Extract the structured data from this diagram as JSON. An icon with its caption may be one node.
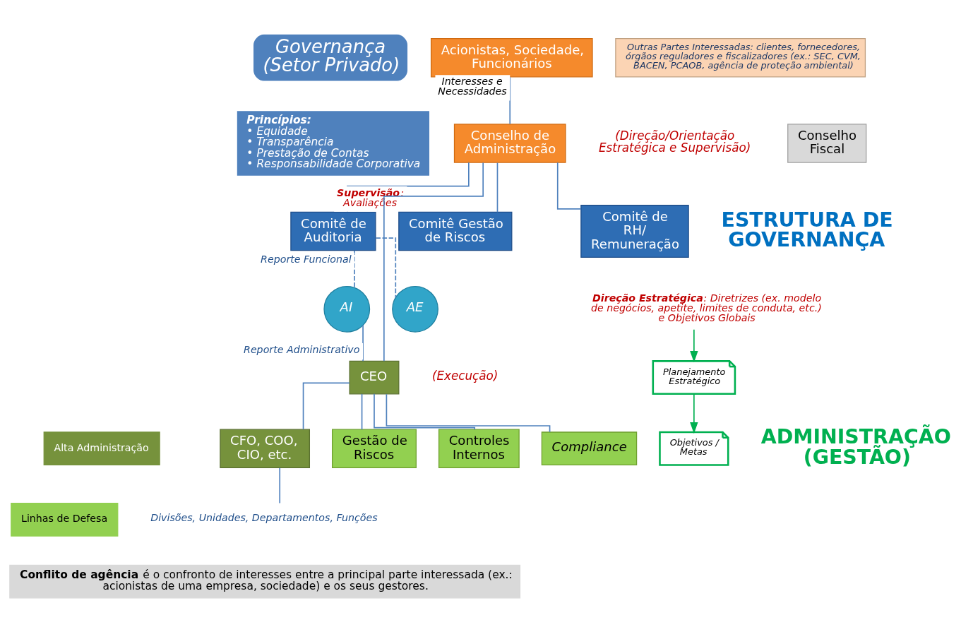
{
  "diagram": {
    "nodes": [
      {
        "text": [
          "Governança (Setor Privado)"
        ]
      },
      {
        "text": [
          "Princípios:",
          "• Equidade",
          "• Transparência",
          "• Prestação de Contas",
          "• Responsabilidade Corporativa"
        ]
      },
      {
        "text": [
          "Acionistas, Sociedade, Funcionários"
        ]
      },
      {
        "text": [
          "Outras Partes Interessadas: clientes, fornecedores, órgãos reguladores e fiscalizadores (ex.: SEC, CVM, BACEN, PCAOB, agência de proteção ambiental)"
        ]
      },
      {
        "text": [
          "Conselho de Administração"
        ],
        "beside": [
          "(Direção/Orientação Estratégica e Supervisão)"
        ]
      },
      {
        "text": [
          "Conselho Fiscal"
        ]
      },
      {
        "text": [
          "Comitê de Auditoria"
        ]
      },
      {
        "text": [
          "Comitê Gestão de Riscos"
        ]
      },
      {
        "text": [
          "Comitê de RH/ Remuneração"
        ]
      },
      {
        "text": [
          "AI"
        ]
      },
      {
        "text": [
          "AE"
        ]
      },
      {
        "text": [
          "CEO"
        ],
        "beside": [
          "(Execução)"
        ]
      },
      {
        "text": [
          "Planejamento Estratégico"
        ]
      },
      {
        "text": [
          "Objetivos / Metas"
        ]
      },
      {
        "text": [
          "CFO, COO, CIO, etc."
        ]
      },
      {
        "text": [
          "Gestão de Riscos"
        ]
      },
      {
        "text": [
          "Controles Internos"
        ]
      },
      {
        "text": [
          "Compliance"
        ]
      },
      {
        "text": [
          "**Conflito de agência** é o confronto de interesses entre a principal parte interessada (ex.: acionistas de uma empresa, sociedade) e os seus gestores."
        ]
      },
      {
        "text": [
          "**Direção Estratégica**: Diretrizes (ex. modelo de negócios, apetite, limites de conduta, etc.) e Objetivos Globais"
        ]
      },
      {
        "text": [
          "Divisões, Unidades, Departamentos, Funções"
        ]
      }
    ],
    "edges": [
      {
        "from": 2,
        "to": 4,
        "arrow": "none",
        "label": "Interesses e Necessidades"
      },
      {
        "from": 4,
        "to": 6,
        "arrow": "none",
        "label": "**Supervisão**: Avaliações"
      },
      {
        "from": 4,
        "to": 7,
        "arrow": "none"
      },
      {
        "from": 4,
        "to": 8,
        "arrow": "none"
      },
      {
        "from": 6,
        "to": 9,
        "arrow": "none",
        "style": "dashed",
        "label": "Reporte Funcional"
      },
      {
        "from": 6,
        "to": 10,
        "arrow": "none",
        "style": "dashed"
      },
      {
        "from": 4,
        "to": 11,
        "arrow": "none"
      },
      {
        "from": 9,
        "to": 11,
        "arrow": "none",
        "label": "Reporte Administrativo"
      },
      {
        "from": 19,
        "to": 12,
        "arrow": "to",
        "color": "#00b050"
      },
      {
        "from": 12,
        "to": 13,
        "arrow": "to",
        "color": "#00b050"
      },
      {
        "from": 11,
        "to": 14,
        "arrow": "none"
      },
      {
        "from": 11,
        "to": 15,
        "arrow": "none"
      },
      {
        "from": 11,
        "to": 16,
        "arrow": "none"
      },
      {
        "from": 11,
        "to": 17,
        "arrow": "none"
      },
      {
        "from": 14,
        "to": 20,
        "arrow": "none"
      }
    ],
    "labels": [
      "ESTRUTURA DE GOVERNANÇA",
      "ADMINISTRAÇÃO (GESTÃO)"
    ],
    "legend": [
      {
        "text": "Alta Administração",
        "color": "#76923c"
      },
      {
        "text": "Linhas de Defesa",
        "color": "#92d050"
      }
    ]
  }
}
